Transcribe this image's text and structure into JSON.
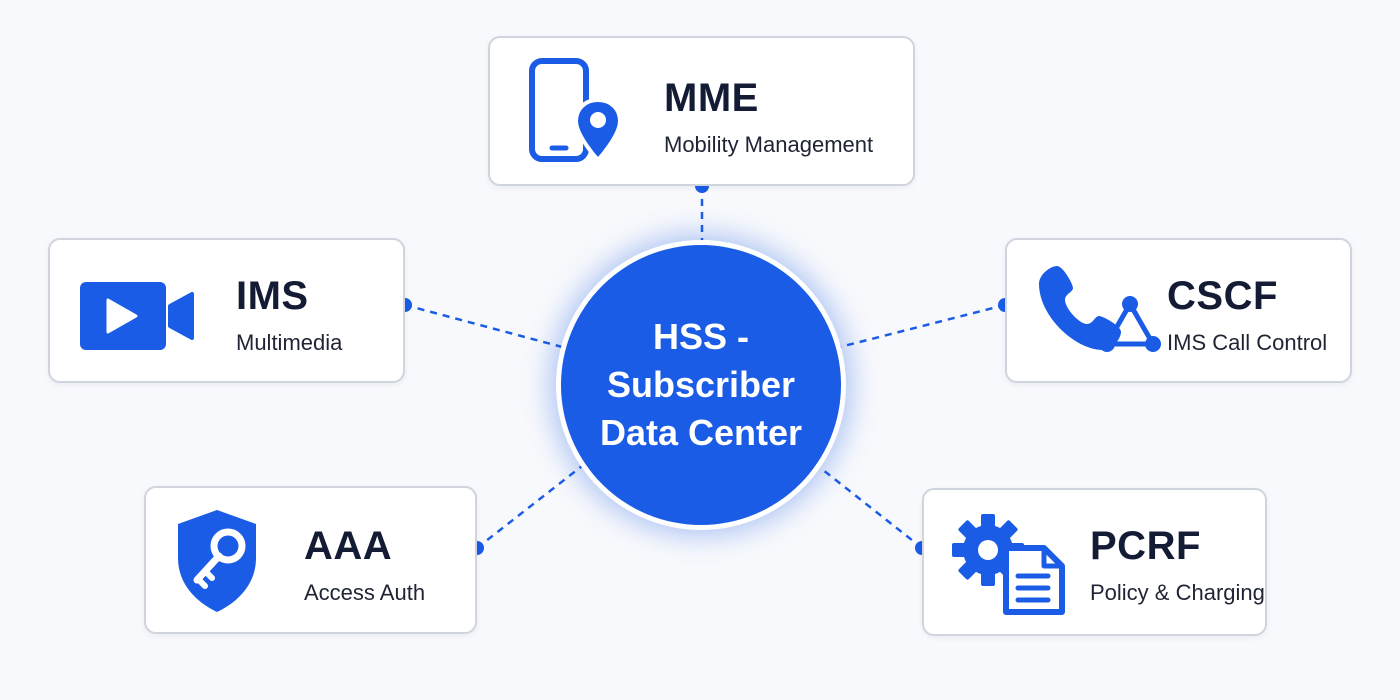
{
  "diagram": {
    "colors": {
      "accent": "#1a5ce6",
      "node_border": "#cfd4de",
      "title_text": "#141b34",
      "subtitle_text": "#1e2433",
      "background": "#f8f9fc"
    },
    "hub": {
      "label": "HSS - Subscriber Data Center"
    },
    "nodes": {
      "mme": {
        "title": "MME",
        "subtitle": "Mobility Management",
        "icon": "smartphone-location-icon"
      },
      "ims": {
        "title": "IMS",
        "subtitle": "Multimedia",
        "icon": "video-camera-icon"
      },
      "cscf": {
        "title": "CSCF",
        "subtitle": "IMS Call Control",
        "icon": "phone-network-icon"
      },
      "aaa": {
        "title": "AAA",
        "subtitle": "Access Auth",
        "icon": "shield-key-icon"
      },
      "pcrf": {
        "title": "PCRF",
        "subtitle": "Policy & Charging",
        "icon": "gear-document-icon"
      }
    },
    "links": [
      {
        "from": "hub",
        "to": "mme",
        "style": "dashed"
      },
      {
        "from": "hub",
        "to": "ims",
        "style": "dashed"
      },
      {
        "from": "hub",
        "to": "cscf",
        "style": "dashed"
      },
      {
        "from": "hub",
        "to": "aaa",
        "style": "dashed"
      },
      {
        "from": "hub",
        "to": "pcrf",
        "style": "dashed"
      }
    ]
  }
}
